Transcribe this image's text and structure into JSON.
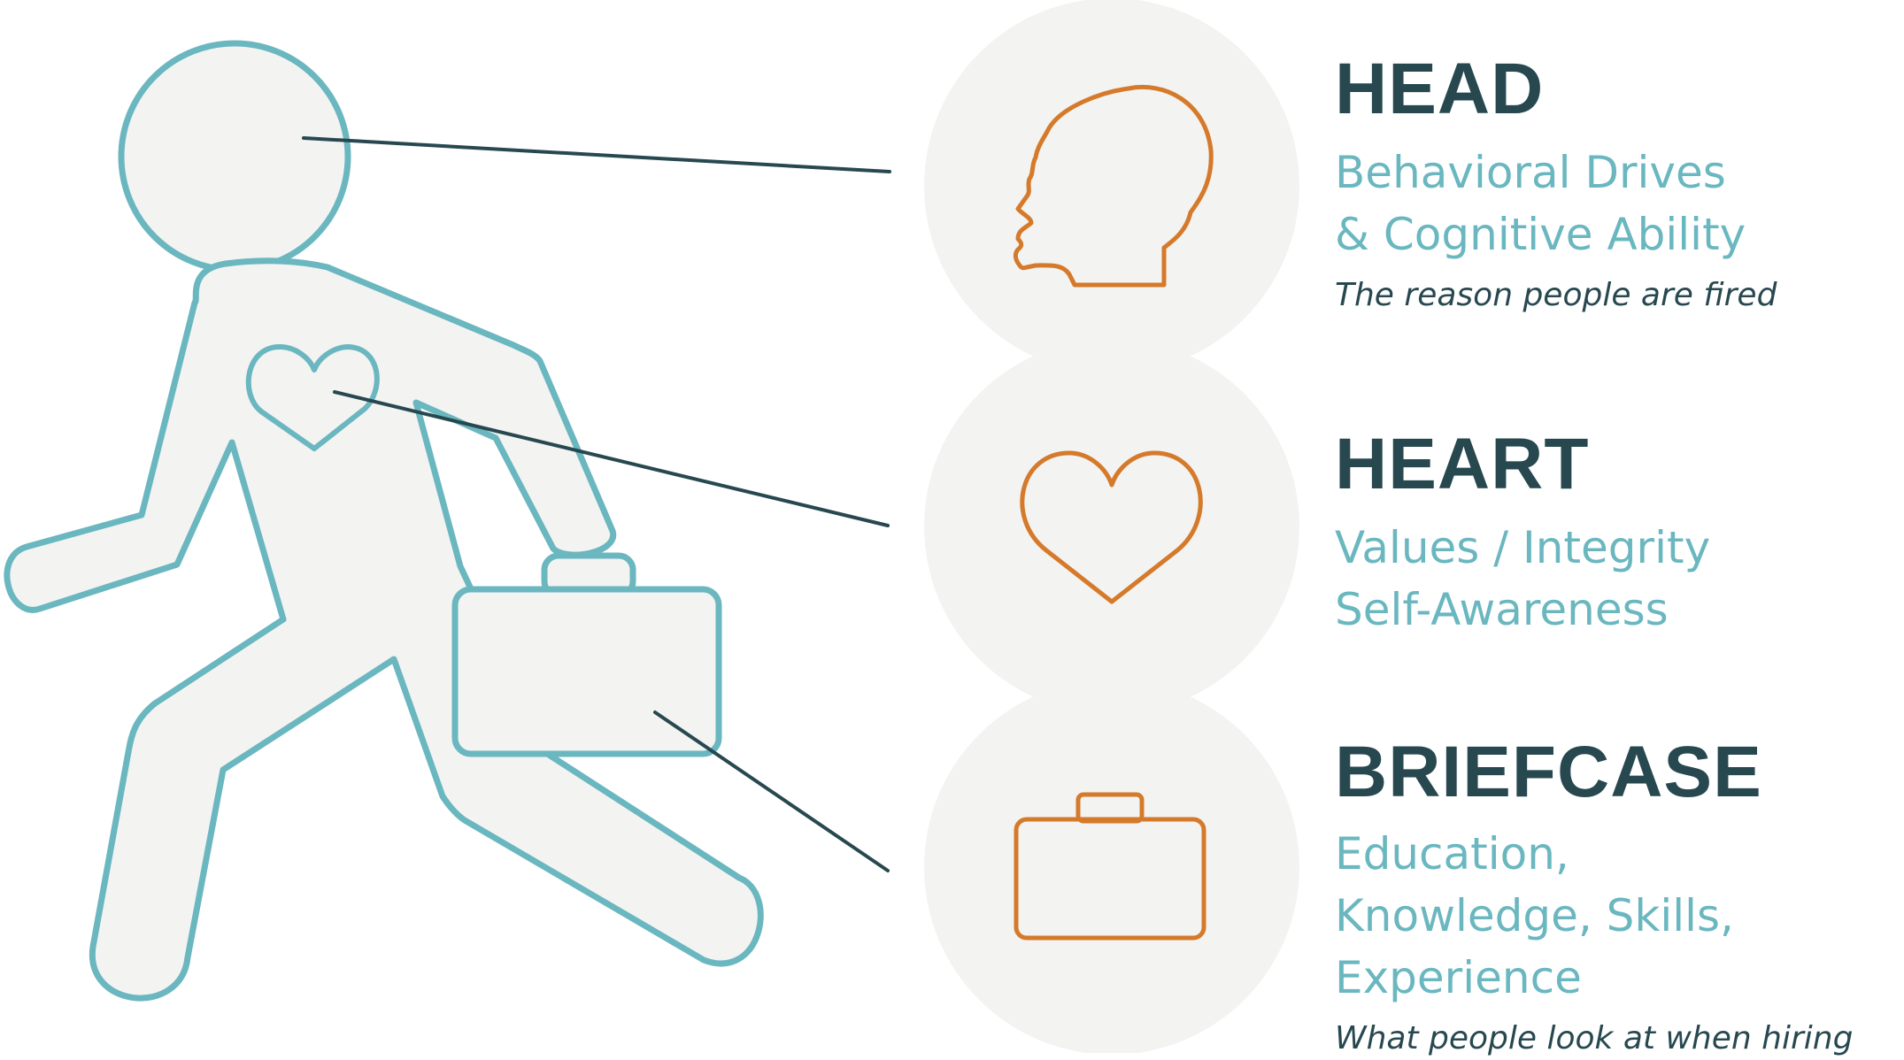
{
  "colors": {
    "figure_stroke": "#6ab7c0",
    "figure_fill": "#f3f3f2",
    "circle_fill": "#f3f3f2",
    "icon_stroke": "#d57a2a",
    "connector": "#284850",
    "title": "#284850",
    "subtitle": "#6ab7c0",
    "note": "#284850"
  },
  "sections": {
    "head": {
      "title": "HEAD",
      "lines": [
        "Behavioral Drives",
        "& Cognitive Ability"
      ],
      "note": "The reason people are fired",
      "icon": "head-profile-icon"
    },
    "heart": {
      "title": "HEART",
      "lines": [
        "Values / Integrity",
        "Self-Awareness"
      ],
      "icon": "heart-icon"
    },
    "briefcase": {
      "title": "BRIEFCASE",
      "lines": [
        "Education,",
        "Knowledge, Skills,",
        "Experience"
      ],
      "note": "What people look at when hiring",
      "icon": "briefcase-icon"
    }
  }
}
